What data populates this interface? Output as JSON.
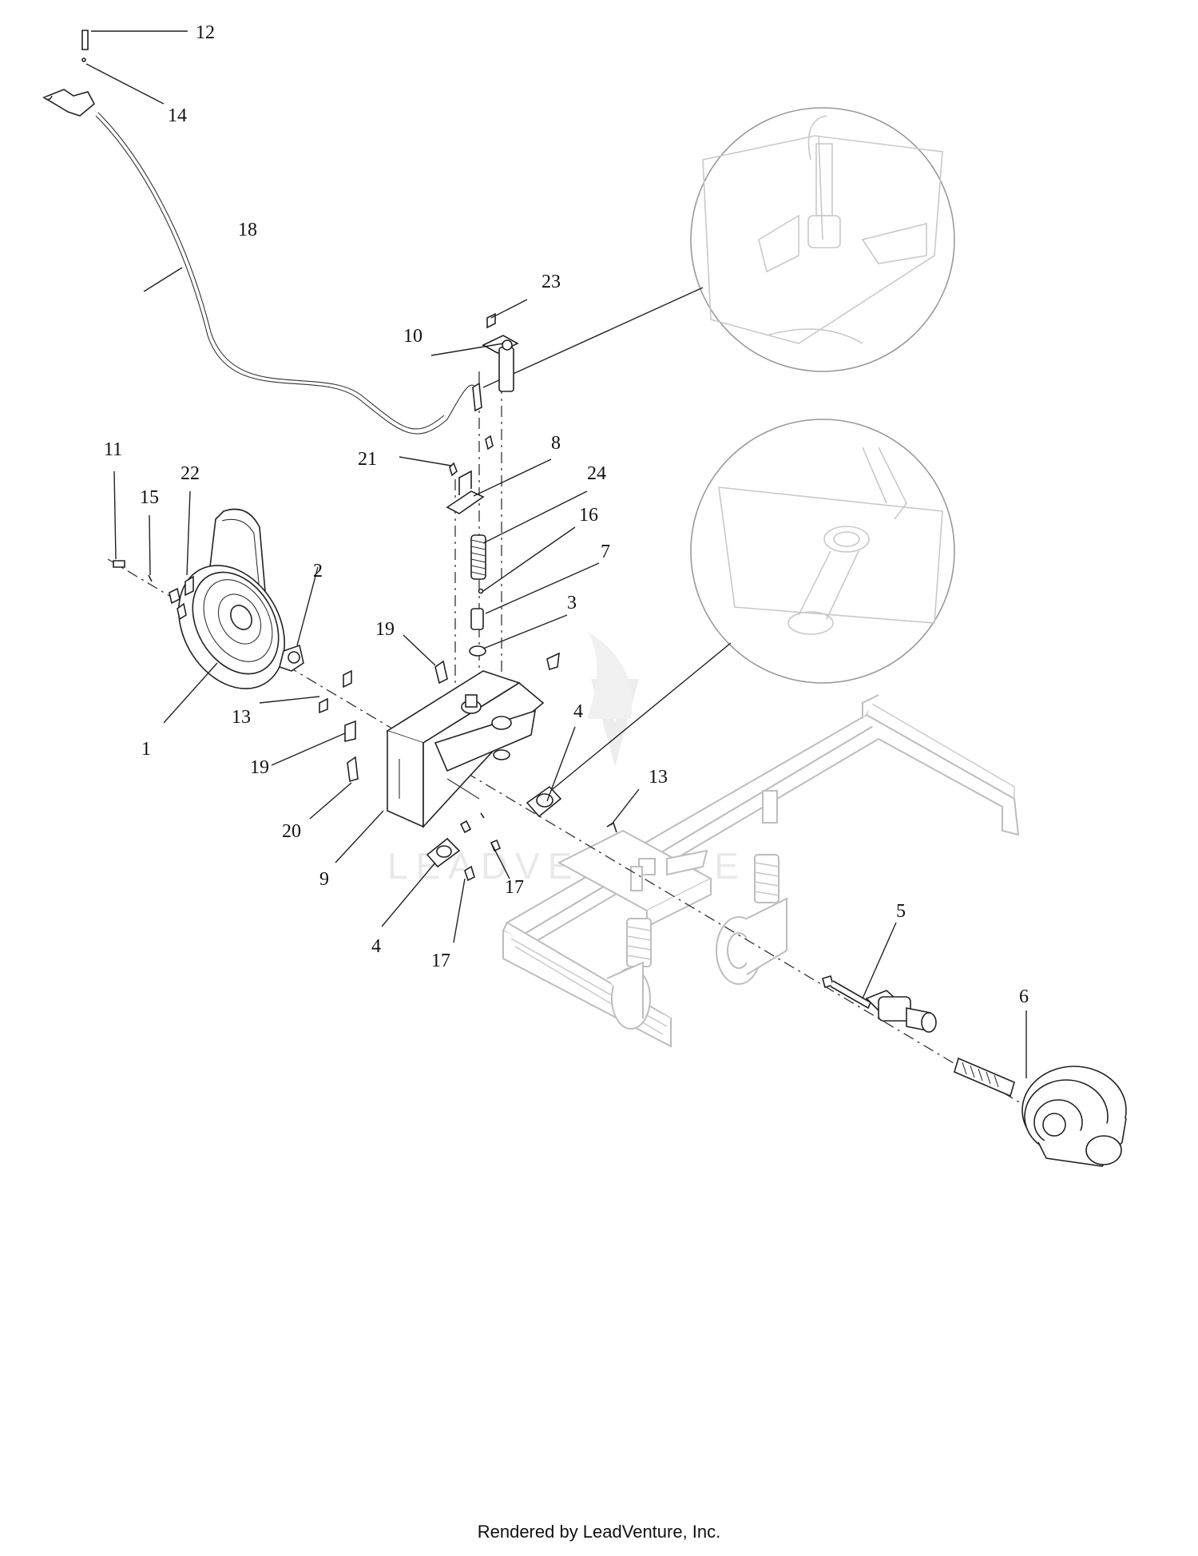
{
  "diagram": {
    "callouts": [
      {
        "label": "1"
      },
      {
        "label": "2"
      },
      {
        "label": "3"
      },
      {
        "label": "4"
      },
      {
        "label": "4"
      },
      {
        "label": "5"
      },
      {
        "label": "6"
      },
      {
        "label": "7"
      },
      {
        "label": "8"
      },
      {
        "label": "9"
      },
      {
        "label": "10"
      },
      {
        "label": "11"
      },
      {
        "label": "12"
      },
      {
        "label": "13"
      },
      {
        "label": "13"
      },
      {
        "label": "14"
      },
      {
        "label": "15"
      },
      {
        "label": "16"
      },
      {
        "label": "17"
      },
      {
        "label": "17"
      },
      {
        "label": "18"
      },
      {
        "label": "19"
      },
      {
        "label": "19"
      },
      {
        "label": "20"
      },
      {
        "label": "21"
      },
      {
        "label": "22"
      },
      {
        "label": "23"
      },
      {
        "label": "24"
      }
    ],
    "watermark": "LEADVENTURE"
  },
  "footer": {
    "credit": "Rendered by LeadVenture, Inc."
  }
}
